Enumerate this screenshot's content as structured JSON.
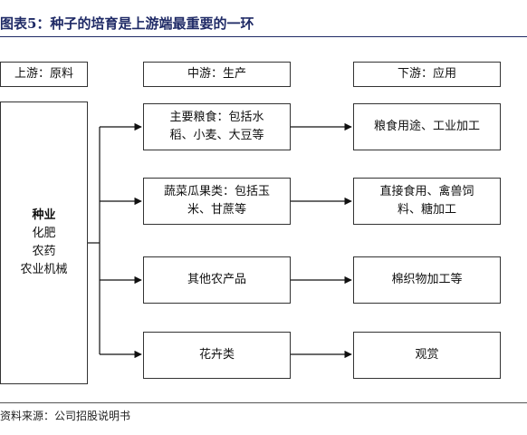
{
  "title": "图表5：种子的培育是上游端最重要的一环",
  "headers": {
    "upstream": "上游：原料",
    "midstream": "中游：生产",
    "downstream": "下游：应用"
  },
  "upstream_box": {
    "bold_line": "种业",
    "lines": [
      "化肥",
      "农药",
      "农业机械"
    ]
  },
  "rows": [
    {
      "mid": [
        "主要粮食：包括水",
        "稻、小麦、大豆等"
      ],
      "down": [
        "粮食用途、工业加工"
      ]
    },
    {
      "mid": [
        "蔬菜瓜果类：包括玉",
        "米、甘蔗等"
      ],
      "down": [
        "直接食用、禽兽饲",
        "料、糖加工"
      ]
    },
    {
      "mid": [
        "其他农产品"
      ],
      "down": [
        "棉织物加工等"
      ]
    },
    {
      "mid": [
        "花卉类"
      ],
      "down": [
        "观赏"
      ]
    }
  ],
  "source": "资料来源：公司招股说明书"
}
